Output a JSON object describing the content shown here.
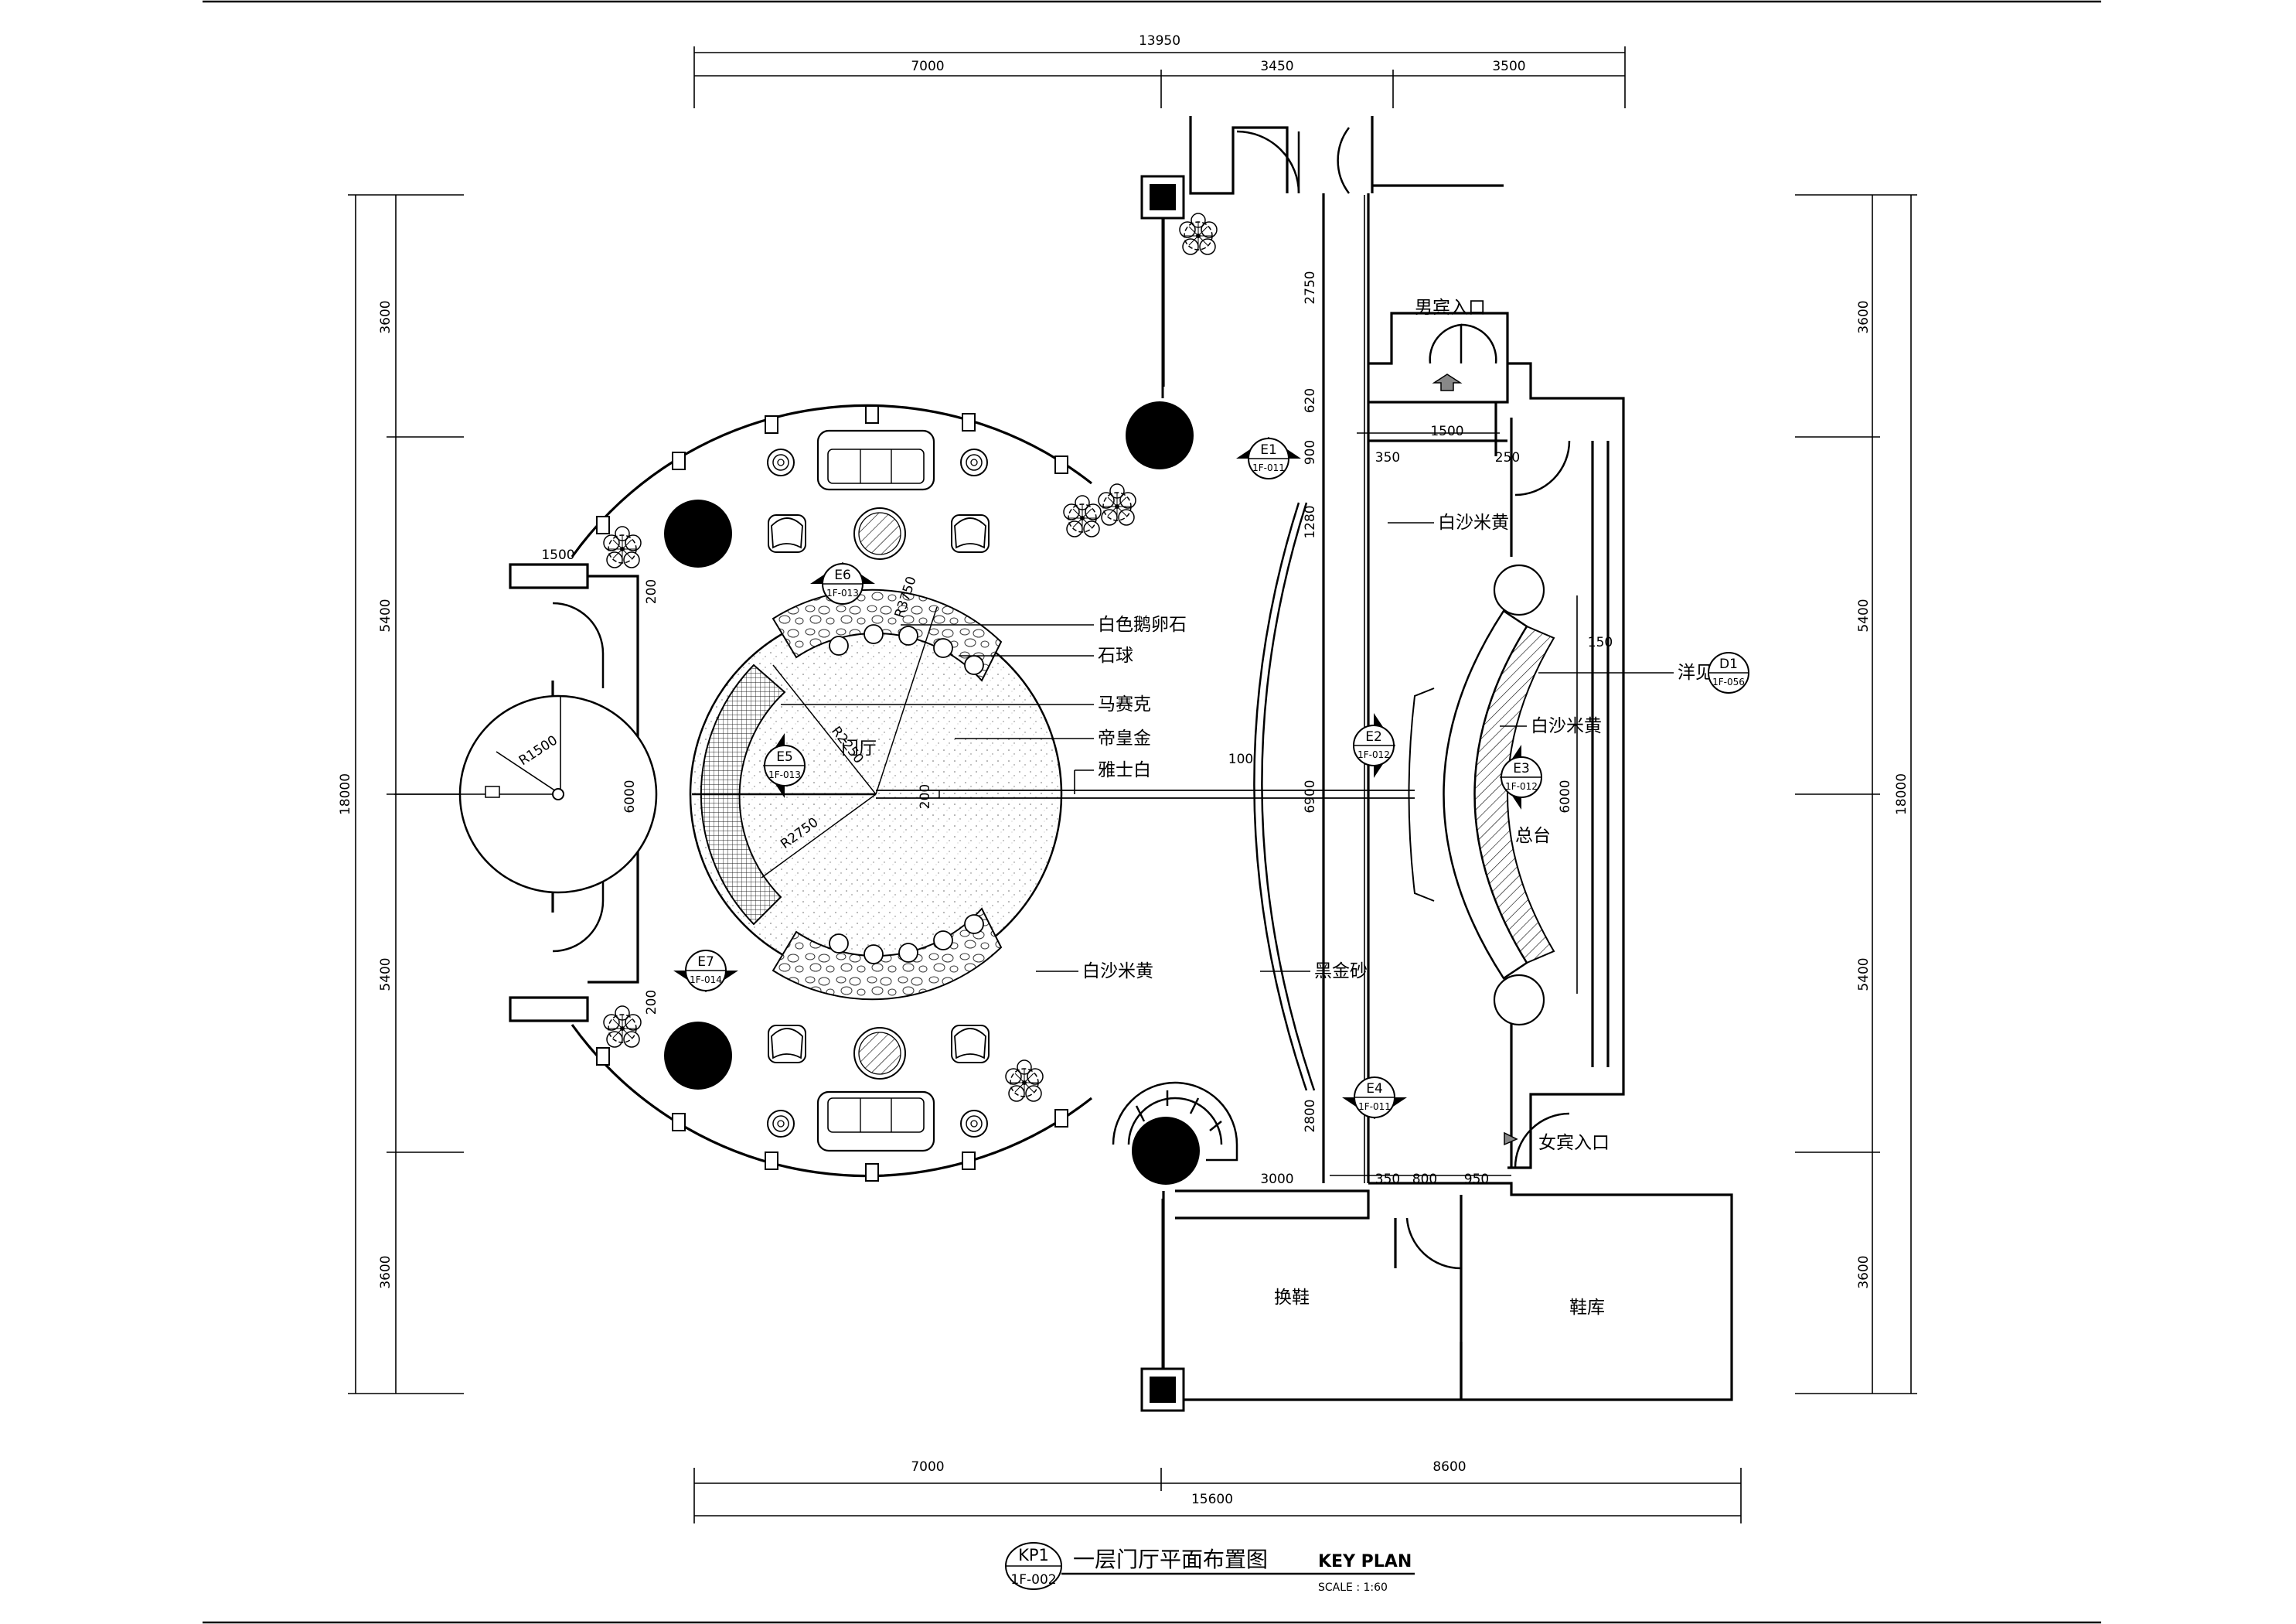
{
  "drawing": {
    "title_cn": "一层门厅平面布置图",
    "title_en": "KEY PLAN",
    "scale": "SCALE : 1:60",
    "plan_no": "KP1",
    "sheet_no": "1F-002"
  },
  "dims": {
    "top_total": "13950",
    "top_1": "7000",
    "top_2": "3450",
    "top_3": "3500",
    "bottom_1": "7000",
    "bottom_2": "8600",
    "bottom_total": "15600",
    "left_1": "3600",
    "left_2": "5400",
    "left_3": "5400",
    "left_4": "3600",
    "left_total": "18000",
    "right_1": "3600",
    "right_2": "5400",
    "right_3": "5400",
    "right_4": "3600",
    "right_total": "18000",
    "in_2750": "2750",
    "in_620": "620",
    "in_900": "900",
    "in_1280": "1280",
    "in_6900": "6900",
    "in_2800": "2800",
    "in_1500a": "1500",
    "in_350a": "350",
    "in_250": "250",
    "in_1500b": "1500",
    "in_200a": "200",
    "in_6000a": "6000",
    "in_200b": "200",
    "in_200c": "200",
    "in_100": "100",
    "in_150": "150",
    "in_6000b": "6000",
    "in_3000": "3000",
    "in_350b": "350",
    "in_800": "800",
    "in_950": "950",
    "r1500": "R1500",
    "r2250": "R2250",
    "r2750": "R2750",
    "r3750": "R3750"
  },
  "labels": {
    "men_entrance": "男宾入口",
    "women_entrance": "女宾入口",
    "bai_sha_mi_huang_1": "白沙米黄",
    "bai_sha_mi_huang_2": "白沙米黄",
    "bai_sha_mi_huang_3": "白沙米黄",
    "pebble": "白色鹅卵石",
    "stone_ball": "石球",
    "mosaic": "马赛克",
    "emperor_gold": "帝皇金",
    "jazz_white": "雅士白",
    "lobby": "门厅",
    "black_gold_sand": "黑金砂",
    "reception": "总台",
    "see_detail": "洋见",
    "shoe_change": "换鞋",
    "shoe_store": "鞋库"
  },
  "tags": {
    "e1": "E1",
    "e1_ref": "1F-011",
    "e2": "E2",
    "e2_ref": "1F-012",
    "e3": "E3",
    "e3_ref": "1F-012",
    "e4": "E4",
    "e4_ref": "1F-011",
    "e5": "E5",
    "e5_ref": "1F-013",
    "e6": "E6",
    "e6_ref": "1F-013",
    "e7": "E7",
    "e7_ref": "1F-014",
    "d1": "D1",
    "d1_ref": "1F-056"
  }
}
